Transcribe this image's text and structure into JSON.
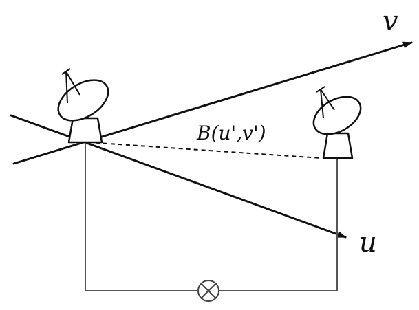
{
  "labels": {
    "v_axis": "v",
    "u_axis": "u",
    "baseline": "B(u',v')"
  },
  "icons": {
    "left_antenna": "radio-dish-antenna-icon",
    "right_antenna": "radio-dish-antenna-icon",
    "correlator": "multiplier-cross-circle-icon"
  },
  "colors": {
    "ink": "#111111",
    "wire": "#555555",
    "background": "#ffffff"
  }
}
